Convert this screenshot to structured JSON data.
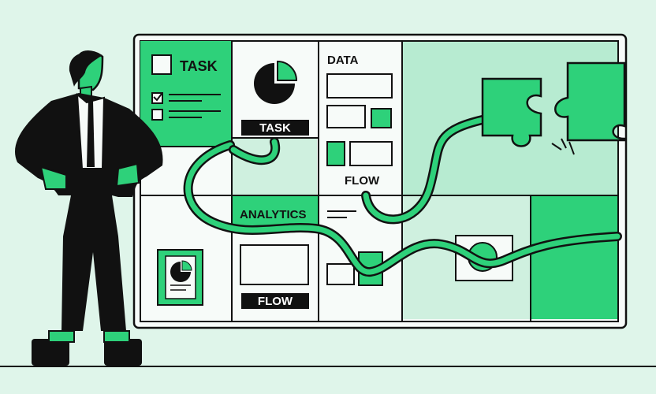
{
  "board": {
    "task_panel": {
      "heading": "TASK"
    },
    "chart_panel": {
      "tag": "TASK"
    },
    "data_panel": {
      "heading": "DATA",
      "footer": "FLOW"
    },
    "analytics_panel": {
      "heading": "ANALYTICS"
    },
    "flow_panel": {
      "tag": "FLOW"
    }
  },
  "colors": {
    "background": "#dff5ea",
    "accent": "#2ed17a",
    "accent_light": "#b7ebd1",
    "ink": "#111111",
    "paper": "#f7fbf9"
  },
  "icons": [
    "checkbox-icon",
    "pie-chart-icon",
    "puzzle-piece-icon",
    "document-icon",
    "puzzle-spark-icon"
  ]
}
